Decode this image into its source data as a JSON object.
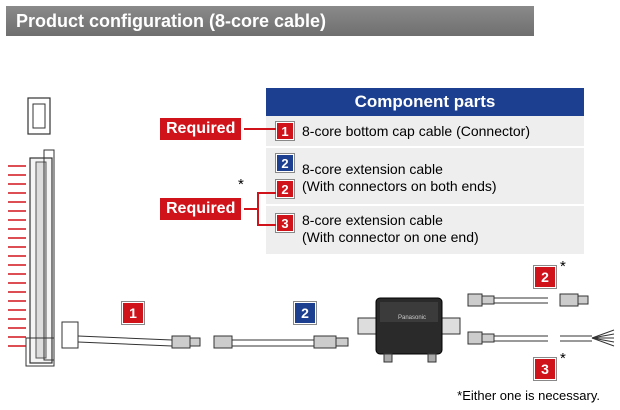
{
  "title": "Product configuration (8-core cable)",
  "table": {
    "heading": "Component parts",
    "rows": [
      {
        "num": "1",
        "color": "#d0121b",
        "line1": "8-core bottom cap cable (Connector)",
        "line2": ""
      },
      {
        "num": "2",
        "color": "#1d3f8f",
        "line1": "8-core extension cable",
        "line2": "(With connectors on both ends)"
      },
      {
        "num": "3",
        "color": "#d0121b",
        "line1": "8-core extension cable",
        "line2": "(With connector on one end)"
      }
    ]
  },
  "labels": {
    "required_1": "Required",
    "required_2": "Required",
    "inner_badge_2": "2",
    "asterisk": "*"
  },
  "diagram": {
    "badge_1": "1",
    "badge_2": "2",
    "badge_2_right": "2",
    "badge_3_right": "3",
    "unit_brand": "Panasonic",
    "star": "*"
  },
  "footnote": "*Either one is necessary.",
  "colors": {
    "accent_red": "#d0121b",
    "accent_blue": "#1d3f8f",
    "header_gray": "#7d7d7d"
  }
}
